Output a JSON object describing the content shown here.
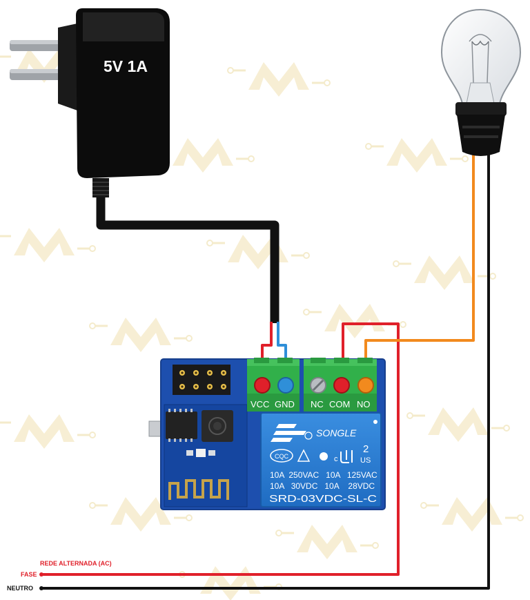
{
  "adapter": {
    "label": "5V 1A"
  },
  "relay_module": {
    "terminals_power": [
      "VCC",
      "GND"
    ],
    "terminals_relay": [
      "NC",
      "COM",
      "NO"
    ]
  },
  "relay": {
    "brand": "SONGLE",
    "cert_marks": [
      "CQC",
      "c",
      "US",
      "2"
    ],
    "rating_lines": [
      "10A  250VAC   10A   125VAC",
      "10A   30VDC   10A    28VDC"
    ],
    "model": "SRD-03VDC-SL-C"
  },
  "ac_network": {
    "title": "REDE ALTERNADA (AC)",
    "phase_label": "FASE",
    "neutral_label": "NEUTRO"
  },
  "colors": {
    "phase_wire": "#e0202a",
    "neutral_wire": "#111111",
    "lamp_wire": "#f28a1e",
    "gnd_wire": "#2f8fd8",
    "vcc_terminal": "#e0202a",
    "gnd_terminal": "#2f8fd8",
    "no_terminal": "#f28a1e",
    "board_blue": "#1d4fae",
    "terminal_green": "#31b04a",
    "relay_blue": "#2a7fd6",
    "watermark": "#f6edd0"
  },
  "icons": [
    "power-adapter-icon",
    "light-bulb-icon",
    "esp01-module-icon",
    "relay-icon",
    "wifi-antenna-icon"
  ]
}
